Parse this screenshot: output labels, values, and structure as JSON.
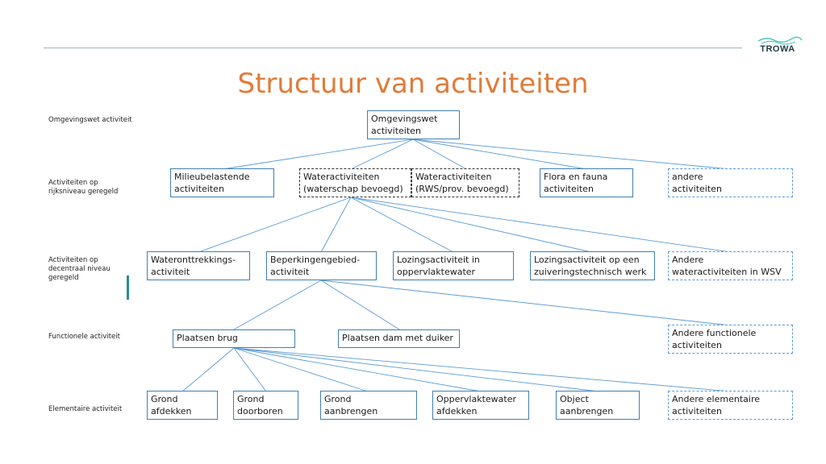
{
  "title": "Structuur van activiteiten",
  "logo": "TROWA",
  "levels": [
    {
      "l1": "Omgevingswet activiteit",
      "l2": "",
      "l3": ""
    },
    {
      "l1": "Activiteiten op",
      "l2": "rijksniveau geregeld",
      "l3": ""
    },
    {
      "l1": "Activiteiten op",
      "l2": "decentraal niveau",
      "l3": "geregeld"
    },
    {
      "l1": "Functionele activiteit",
      "l2": "",
      "l3": ""
    },
    {
      "l1": "Elementaire activiteit",
      "l2": "",
      "l3": ""
    }
  ],
  "boxes": {
    "root": {
      "l1": "Omgevingswet",
      "l2": "activiteiten"
    },
    "milieu": {
      "l1": "Milieubelastende",
      "l2": "activiteiten"
    },
    "water_ws": {
      "l1": "Wateractiviteiten",
      "l2": "(waterschap bevoegd)"
    },
    "water_rws": {
      "l1": "Wateractiviteiten",
      "l2": "(RWS/prov. bevoegd)"
    },
    "flora": {
      "l1": "Flora en fauna",
      "l2": "activiteiten"
    },
    "andere1": {
      "l1": "andere",
      "l2": "activiteiten"
    },
    "onttrek": {
      "l1": "Wateronttrekkings-",
      "l2": "activiteit"
    },
    "beperk": {
      "l1": "Beperkingengebied-",
      "l2": "activiteit"
    },
    "lozing1": {
      "l1": "Lozingsactiviteit in",
      "l2": "oppervlaktewater"
    },
    "lozing2": {
      "l1": "Lozingsactiviteit op een",
      "l2": "zuiveringstechnisch werk"
    },
    "andere2": {
      "l1": "Andere",
      "l2": "wateractiviteiten in WSV"
    },
    "brug": {
      "l1": "Plaatsen brug",
      "l2": ""
    },
    "dam": {
      "l1": "Plaatsen dam met duiker",
      "l2": ""
    },
    "andere3": {
      "l1": "Andere functionele",
      "l2": "activiteiten"
    },
    "grond_af": {
      "l1": "Grond",
      "l2": "afdekken"
    },
    "grond_door": {
      "l1": "Grond",
      "l2": "doorboren"
    },
    "grond_aan": {
      "l1": "Grond",
      "l2": "aanbrengen"
    },
    "opp_af": {
      "l1": "Oppervlaktewater",
      "l2": "afdekken"
    },
    "object": {
      "l1": "Object",
      "l2": "aanbrengen"
    },
    "andere4": {
      "l1": "Andere elementaire",
      "l2": "activiteiten"
    }
  },
  "colors": {
    "title": "#e07b39",
    "line": "#5b9bd5",
    "box_border": "#3f7fb0"
  }
}
